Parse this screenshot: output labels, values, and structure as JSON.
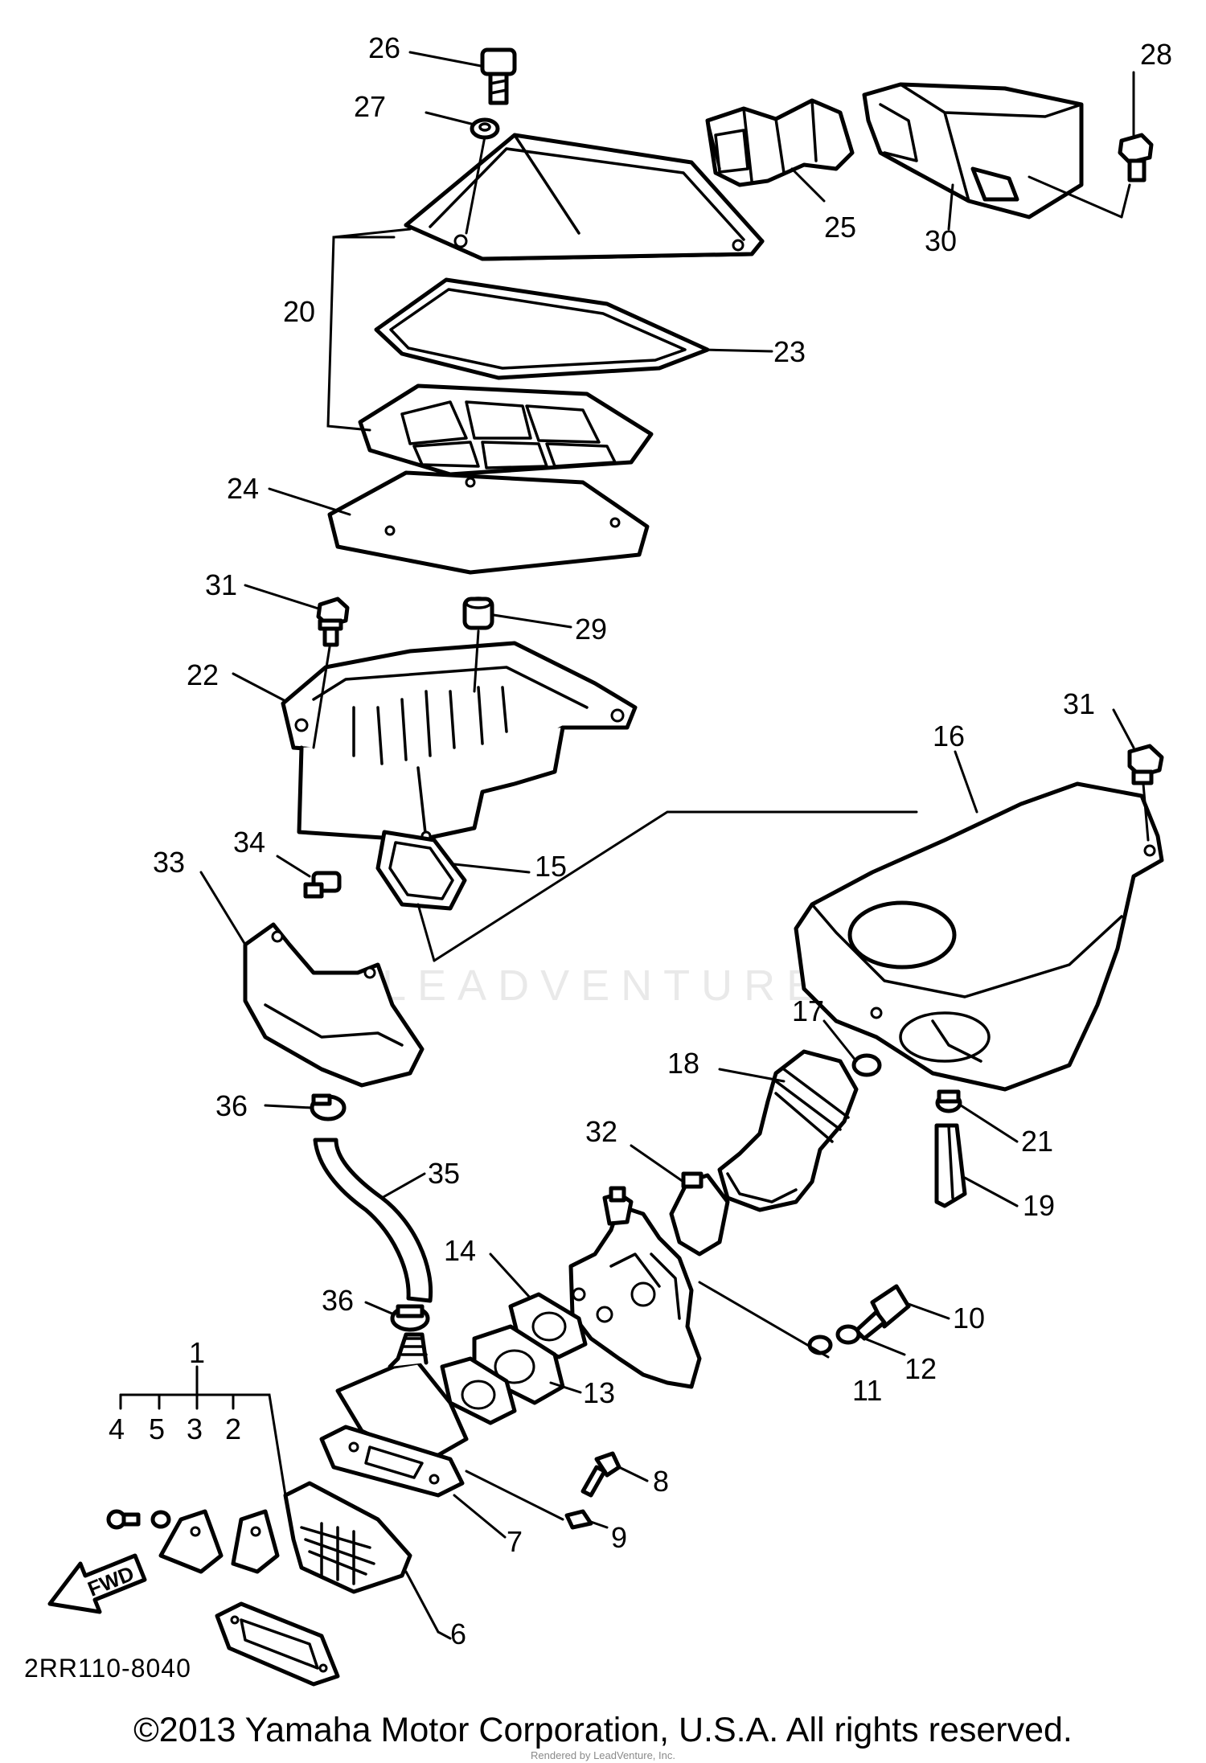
{
  "diagram": {
    "callouts": [
      "26",
      "27",
      "28",
      "25",
      "30",
      "20",
      "23",
      "24",
      "31",
      "29",
      "22",
      "31",
      "16",
      "34",
      "15",
      "33",
      "17",
      "18",
      "36",
      "32",
      "21",
      "19",
      "35",
      "14",
      "36",
      "10",
      "12",
      "13",
      "11",
      "1",
      "4",
      "5",
      "3",
      "2",
      "8",
      "7",
      "9",
      "6"
    ],
    "fwd_label": "FWD",
    "part_code": "2RR110-8040",
    "watermark": "LEADVENTURE",
    "copyright": "©2013 Yamaha Motor Corporation, U.S.A. All rights reserved.",
    "render_note": "Rendered by LeadVenture, Inc."
  }
}
